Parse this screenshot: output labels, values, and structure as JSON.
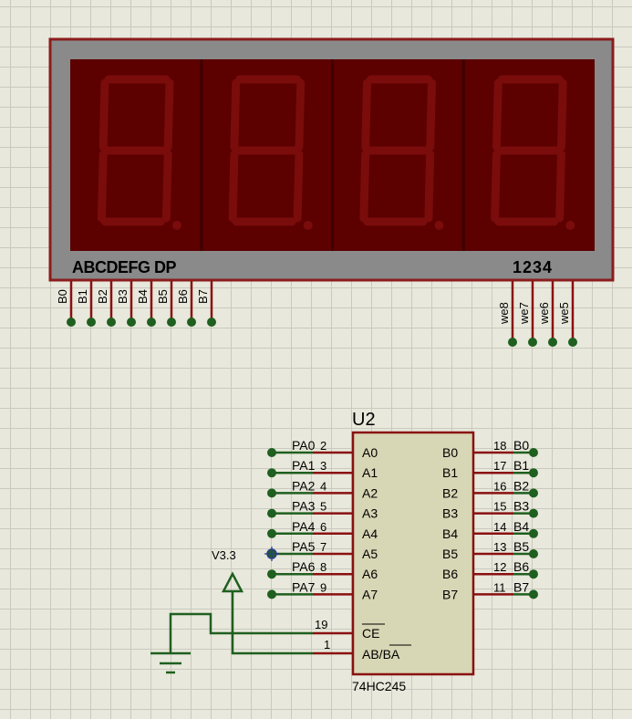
{
  "display": {
    "segment_label": "ABCDEFG DP",
    "digit_label": "1234",
    "digit_count": 4,
    "segment_pins": [
      "B0",
      "B1",
      "B2",
      "B3",
      "B4",
      "B5",
      "B6",
      "B7"
    ],
    "digit_pins": [
      "we8",
      "we7",
      "we6",
      "we5"
    ]
  },
  "chip": {
    "ref": "U2",
    "part": "74HC245",
    "left_pins": [
      {
        "net": "PA0",
        "num": "2",
        "name": "A0"
      },
      {
        "net": "PA1",
        "num": "3",
        "name": "A1"
      },
      {
        "net": "PA2",
        "num": "4",
        "name": "A2"
      },
      {
        "net": "PA3",
        "num": "5",
        "name": "A3"
      },
      {
        "net": "PA4",
        "num": "6",
        "name": "A4"
      },
      {
        "net": "PA5",
        "num": "7",
        "name": "A5"
      },
      {
        "net": "PA6",
        "num": "8",
        "name": "A6"
      },
      {
        "net": "PA7",
        "num": "9",
        "name": "A7"
      }
    ],
    "right_pins": [
      {
        "name": "B0",
        "num": "18",
        "net": "B0"
      },
      {
        "name": "B1",
        "num": "17",
        "net": "B1"
      },
      {
        "name": "B2",
        "num": "16",
        "net": "B2"
      },
      {
        "name": "B3",
        "num": "15",
        "net": "B3"
      },
      {
        "name": "B4",
        "num": "14",
        "net": "B4"
      },
      {
        "name": "B5",
        "num": "13",
        "net": "B5"
      },
      {
        "name": "B6",
        "num": "12",
        "net": "B6"
      },
      {
        "name": "B7",
        "num": "11",
        "net": "B7"
      }
    ],
    "ce": {
      "name": "CE",
      "num": "19"
    },
    "dir": {
      "name_a": "AB/",
      "name_b": "BA",
      "num": "1"
    }
  },
  "power": {
    "label": "V3.3"
  },
  "colors": {
    "wire": "#1f5f1f",
    "pin": "#8a1010",
    "chip_fill": "#d7d6b5",
    "display_frame": "#8a8a8a",
    "display_border": "#8b1d1d",
    "digit_bg": "#5c0000",
    "segment_off": "#7a0c0c"
  }
}
